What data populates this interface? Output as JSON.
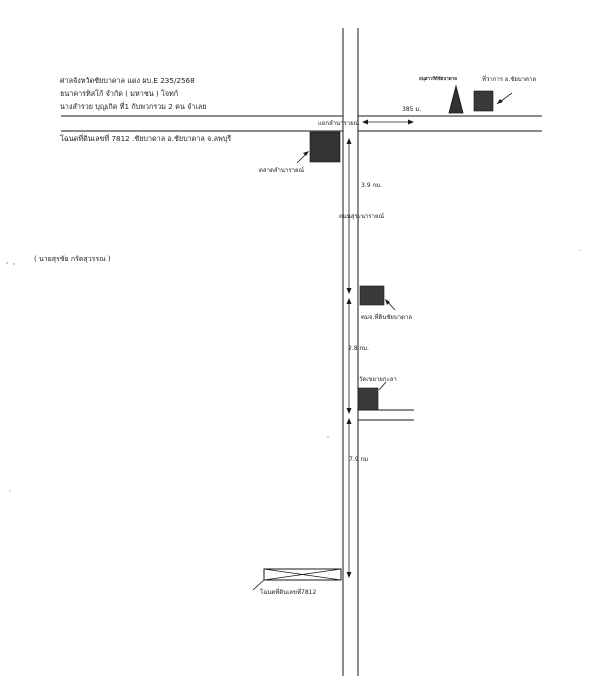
{
  "header": {
    "line1": "ศาลจังหวัดชัยบาดาล แดง ผบ.E 235/2568",
    "line2": "ธนาคารทิสโก้ จำกัด ( มหาชน )    โจทก์",
    "line3": "นางสำรวย บุญเกิด ที่1 กับพวกรวม 2 คน จำเลย",
    "line4": "โฉนดที่ดินเลขที่ 7812 .ชัยบาดาล อ.ชัยบาดาล จ.ลพบุรี"
  },
  "signature": "( นายสุรชัย กรัดสุวรรณ )",
  "labels": {
    "monument": "อนุสาวรีย์ชัยบาดาล",
    "district_office": "ที่ว่าการ อ.ชัยบาดาล",
    "dist_385": "385 ม.",
    "junction": "แยกลำนารายณ์",
    "market": "ตลาดลำนารายณ์",
    "dist_39": "3.9 กม.",
    "road": "ถนนสุระนารายณ์",
    "school": "ฅมจ.ที่ดินชัยบาดาล",
    "dist_28": "2.8 กม.",
    "temple": "วัดเขยายกะลา",
    "dist_79": "7.9 กม",
    "land_plot": "โฉนดที่ดินเลขที่7812"
  },
  "colors": {
    "line": "#1a1a1a",
    "fill": "#333333"
  }
}
